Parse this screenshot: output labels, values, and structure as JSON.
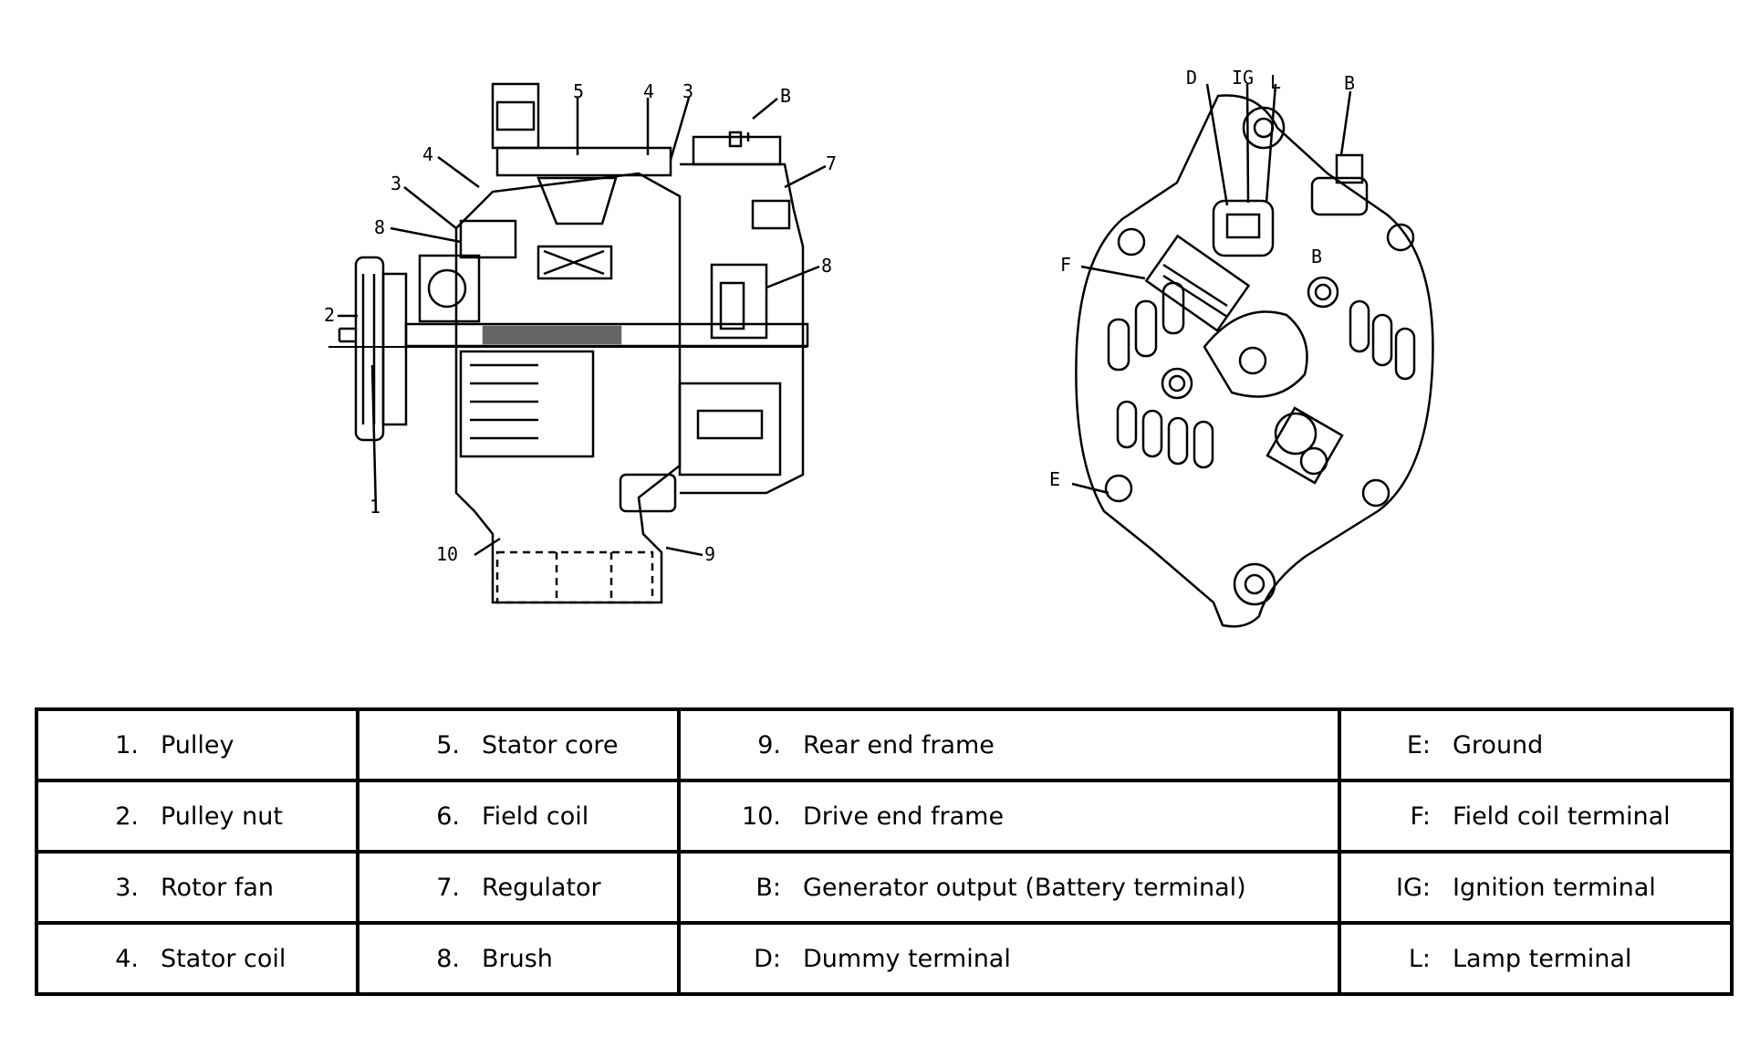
{
  "callouts_left": [
    "1",
    "2",
    "3",
    "4",
    "5",
    "4",
    "3",
    "B",
    "7",
    "8",
    "8",
    "9",
    "10"
  ],
  "callouts_right": [
    "D",
    "IG",
    "L",
    "B",
    "F",
    "E",
    "B"
  ],
  "legend": {
    "col1": [
      {
        "key": "1.",
        "label": "Pulley"
      },
      {
        "key": "2.",
        "label": "Pulley nut"
      },
      {
        "key": "3.",
        "label": "Rotor fan"
      },
      {
        "key": "4.",
        "label": "Stator coil"
      }
    ],
    "col2": [
      {
        "key": "5.",
        "label": "Stator core"
      },
      {
        "key": "6.",
        "label": "Field coil"
      },
      {
        "key": "7.",
        "label": "Regulator"
      },
      {
        "key": "8.",
        "label": "Brush"
      }
    ],
    "col3": [
      {
        "key": "9.",
        "label": "Rear end frame"
      },
      {
        "key": "10.",
        "label": "Drive end frame"
      },
      {
        "key": "B:",
        "label": "Generator output (Battery terminal)"
      },
      {
        "key": "D:",
        "label": "Dummy terminal"
      }
    ],
    "col4": [
      {
        "key": "E:",
        "label": "Ground"
      },
      {
        "key": "F:",
        "label": "Field coil terminal"
      },
      {
        "key": "IG:",
        "label": "Ignition terminal"
      },
      {
        "key": "L:",
        "label": "Lamp terminal"
      }
    ]
  }
}
